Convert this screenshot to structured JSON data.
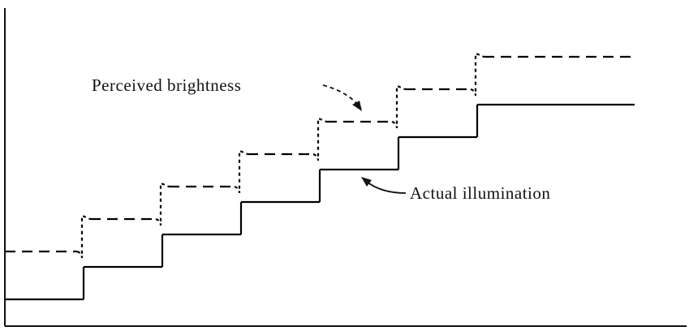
{
  "chart_data": {
    "type": "line",
    "title": "",
    "xlabel": "",
    "ylabel": "",
    "grid": false,
    "steps": 7,
    "series": [
      {
        "name": "Actual illumination",
        "style": "solid",
        "color": "#000000",
        "levels": [
          1,
          2,
          3,
          4,
          5,
          6,
          7
        ]
      },
      {
        "name": "Perceived brightness",
        "style": "dashed",
        "color": "#000000",
        "levels": [
          1,
          2,
          3,
          4,
          5,
          6,
          7
        ],
        "edge_overshoot": true
      }
    ]
  },
  "labels": {
    "perceived": "Perceived brightness",
    "actual": "Actual illumination"
  },
  "colors": {
    "line": "#000000",
    "background": "#ffffff"
  }
}
